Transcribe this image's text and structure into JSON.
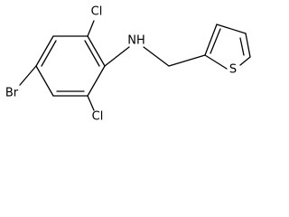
{
  "molecule": {
    "atoms": {
      "cl_top": "Cl",
      "nh": "NH",
      "s": "S",
      "br": "Br",
      "cl_bottom": "Cl"
    }
  }
}
